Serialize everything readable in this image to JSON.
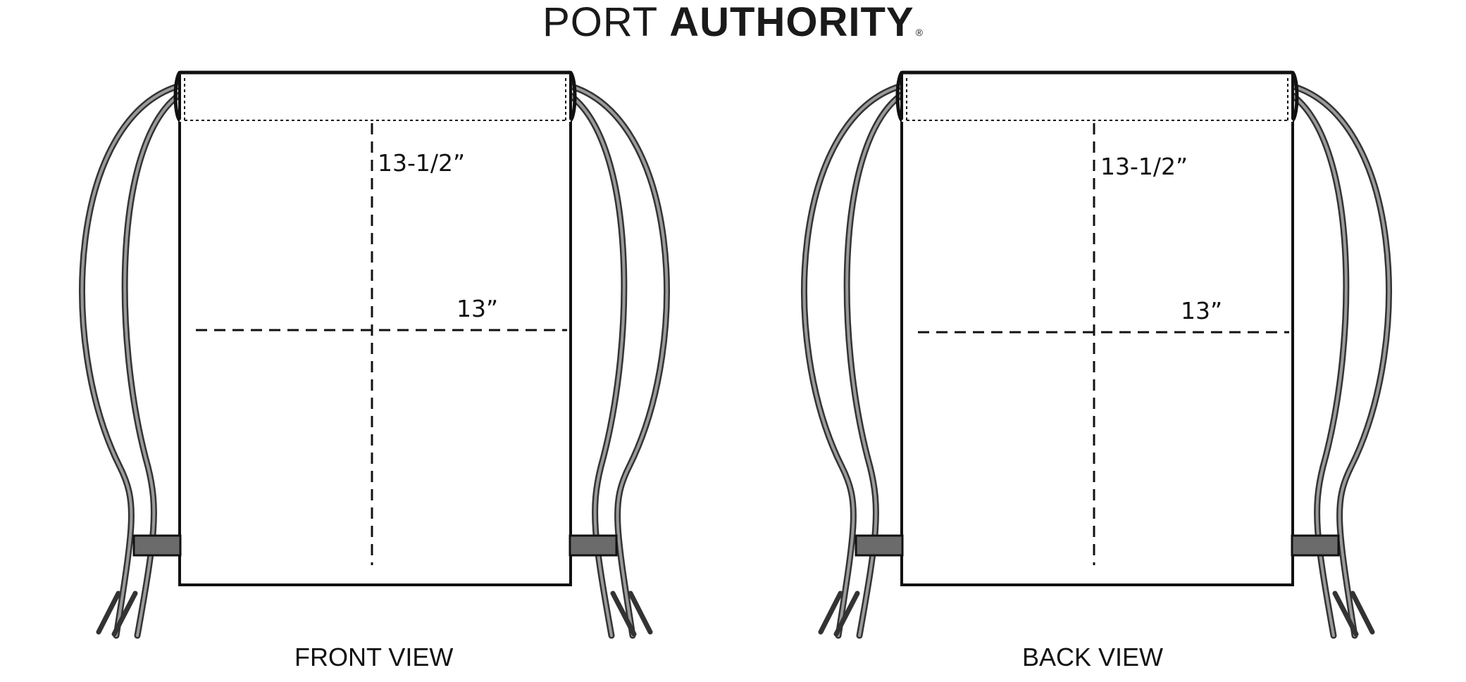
{
  "brand": {
    "light": "PORT",
    "bold": "AUTHORITY",
    "registered": "®"
  },
  "views": [
    {
      "label": "FRONT VIEW",
      "height_label": "13-1/2”",
      "width_label": "13”"
    },
    {
      "label": "BACK VIEW",
      "height_label": "13-1/2”",
      "width_label": "13”"
    }
  ],
  "colors": {
    "outline": "#111111",
    "cord": "#555555",
    "toggle": "#6b6b6b"
  }
}
